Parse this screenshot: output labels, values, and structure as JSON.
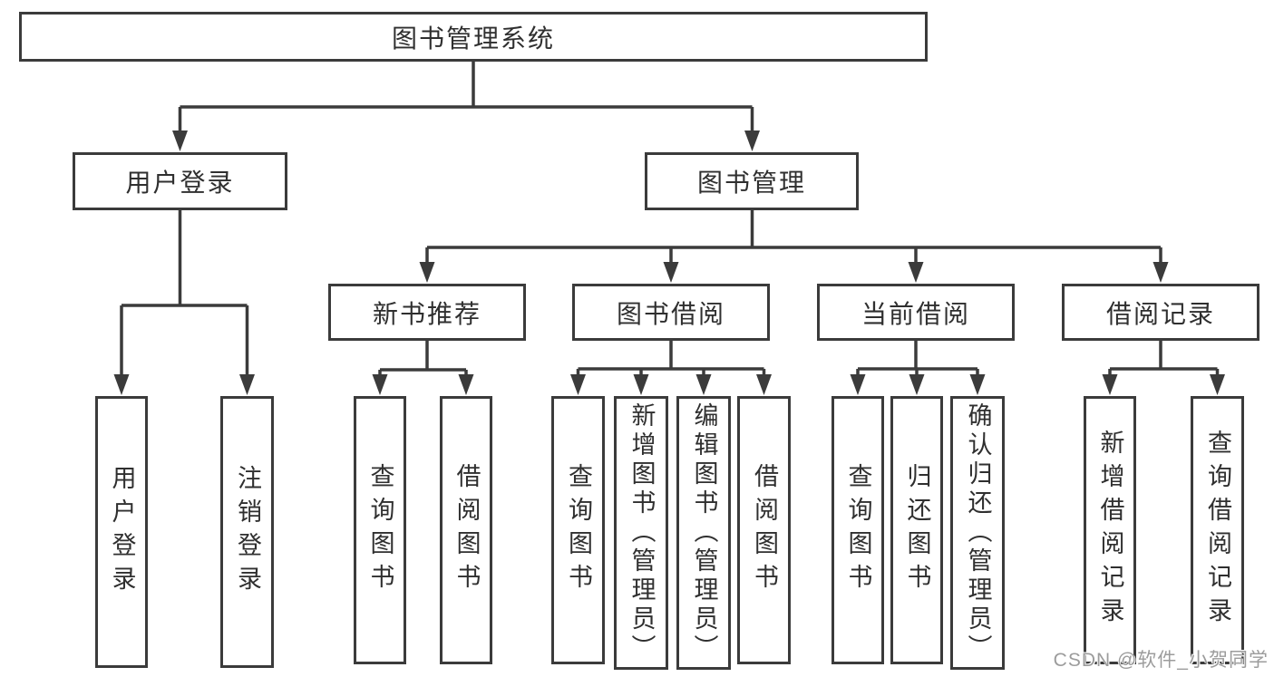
{
  "diagram": {
    "root_label": "图书管理系统",
    "level2": [
      {
        "label": "用户登录",
        "children": [
          {
            "label": "用户登录"
          },
          {
            "label": "注销登录"
          }
        ]
      },
      {
        "label": "图书管理",
        "children": [
          {
            "label": "新书推荐",
            "children": [
              {
                "label": "查询图书"
              },
              {
                "label": "借阅图书"
              }
            ]
          },
          {
            "label": "图书借阅",
            "children": [
              {
                "label": "查询图书"
              },
              {
                "label": "新增图书（管理员）"
              },
              {
                "label": "编辑图书（管理员）"
              },
              {
                "label": "借阅图书"
              }
            ]
          },
          {
            "label": "当前借阅",
            "children": [
              {
                "label": "查询图书"
              },
              {
                "label": "归还图书"
              },
              {
                "label": "确认归还（管理员）"
              }
            ]
          },
          {
            "label": "借阅记录",
            "children": [
              {
                "label": "新增借阅记录"
              },
              {
                "label": "查询借阅记录"
              }
            ]
          }
        ]
      }
    ]
  },
  "watermark": {
    "text": "CSDN @软件_小贺同学"
  },
  "colors": {
    "line": "#3b3b3b",
    "text": "#2f2f2f",
    "background": "#ffffff",
    "watermark": "#9c9c9c"
  }
}
